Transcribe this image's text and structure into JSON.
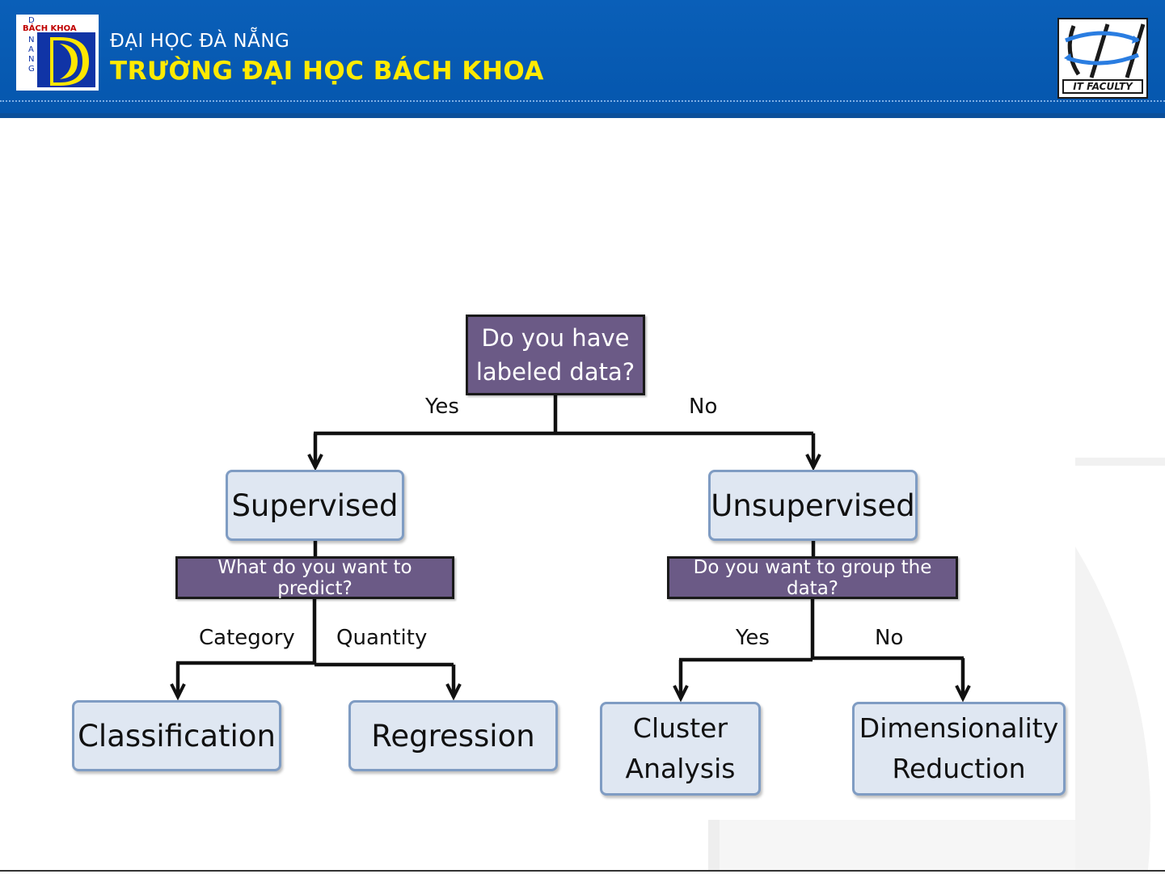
{
  "header": {
    "university_line1": "ĐẠI HỌC ĐÀ NẴNG",
    "university_line2": "TRƯỜNG ĐẠI HỌC BÁCH KHOA",
    "logo_left_text": "BÁCH KHOA",
    "logo_left_letters": [
      "D",
      "N",
      "A",
      "N",
      "G"
    ],
    "logo_right_label": "IT FACULTY",
    "banner_color": "#0556ad",
    "accent_yellow": "#ffea00"
  },
  "diagram": {
    "root": {
      "label_line1": "Do you have",
      "label_line2": "labeled data?"
    },
    "root_yes": "Yes",
    "root_no": "No",
    "supervised": {
      "label": "Supervised"
    },
    "unsupervised": {
      "label": "Unsupervised"
    },
    "q_predict": "What do you want to predict?",
    "q_group": "Do you want to group the data?",
    "category": "Category",
    "quantity": "Quantity",
    "group_yes": "Yes",
    "group_no": "No",
    "classification": "Classification",
    "regression": "Regression",
    "cluster": {
      "line1": "Cluster",
      "line2": "Analysis"
    },
    "dimred": {
      "line1": "Dimensionality",
      "line2": "Reduction"
    },
    "colors": {
      "question_box": "#6b5a86",
      "result_box_fill": "#dfe7f2",
      "result_box_border": "#7f9cc3",
      "connector": "#111111"
    }
  }
}
